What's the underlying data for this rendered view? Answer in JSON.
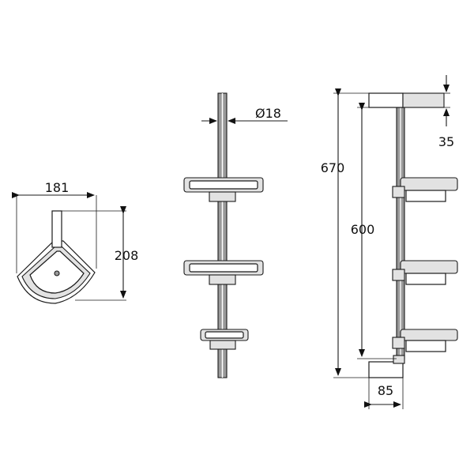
{
  "dimensions": {
    "top_view_width": "181",
    "top_view_depth": "208",
    "pole_diameter": "Ø18",
    "total_height": "670",
    "pole_length": "600",
    "cap_height": "35",
    "side_depth": "85"
  },
  "colors": {
    "line": "#1a1a1a",
    "shelf_fill": "#e2e2e2",
    "pole_fill": "#9a9a9a",
    "background": "#ffffff"
  }
}
